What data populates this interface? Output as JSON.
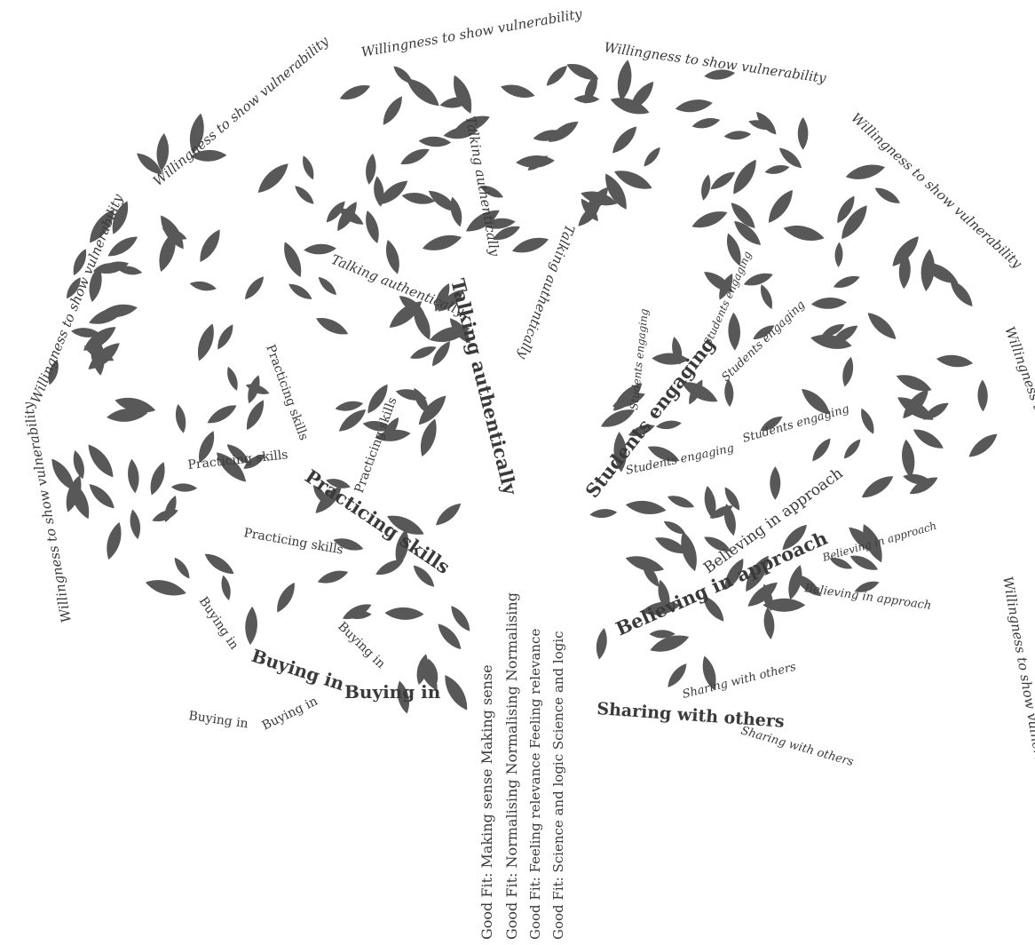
{
  "labels": {
    "vulnerability": "Willingness to show vulnerability",
    "authentic": "Talking authentically",
    "engaging": "Students engaging",
    "practicing": "Practicing skills",
    "approach": "Believing in approach",
    "buying": "Buying in",
    "sharing": "Sharing with others"
  },
  "trunk": {
    "line1": "Good Fit:  Making sense   Making sense",
    "line2": "Good Fit:  Normalising   Normalising  Normalising",
    "line3": "Good Fit:  Feeling relevance   Feeling relevance",
    "line4": "Good Fit:  Science and logic   Science and logic"
  },
  "colors": {
    "leaf": "#585858",
    "text": "#3a3a3a",
    "background": "#ffffff"
  }
}
